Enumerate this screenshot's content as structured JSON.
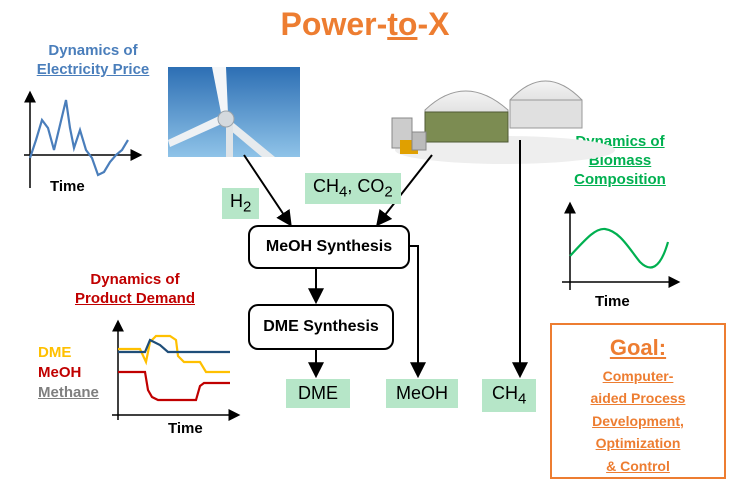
{
  "title": {
    "part1": "Power-",
    "part2": "to",
    "part3": "-X"
  },
  "electricity": {
    "line1": "Dynamics of",
    "line2": "Electricity Price",
    "xlabel": "Time",
    "color": "#4a7ebb"
  },
  "biomass": {
    "line1": "Dynamics of",
    "line2": "Biomass",
    "line3": "Composition",
    "xlabel": "Time",
    "color": "#00b050"
  },
  "demand": {
    "line1": "Dynamics of",
    "line2": "Product Demand",
    "xlabel": "Time",
    "color": "#c00000",
    "legend": [
      {
        "label": "DME",
        "color": "#ffc000"
      },
      {
        "label": "MeOH",
        "color": "#c00000"
      },
      {
        "label": "Methane",
        "color": "#7f7f7f"
      }
    ]
  },
  "boxes": {
    "h2": {
      "main": "H",
      "sub": "2"
    },
    "ch4co2": {
      "a": "CH",
      "a_sub": "4",
      "b": ", CO",
      "b_sub": "2"
    },
    "meoh_synthesis": "MeOH Synthesis",
    "dme_synthesis": "DME Synthesis",
    "dme": "DME",
    "meoh": "MeOH",
    "ch4": {
      "main": "CH",
      "sub": "4"
    }
  },
  "goal": {
    "title": "Goal:",
    "l1": "Computer-",
    "l2a": "aided ",
    "l2b": "Process",
    "l3": "Development,",
    "l4": "Optimization",
    "l5": "& Control"
  },
  "colors": {
    "title": "#ed7d31",
    "box_green": "#b6e6c8",
    "goal": "#ed7d31"
  }
}
